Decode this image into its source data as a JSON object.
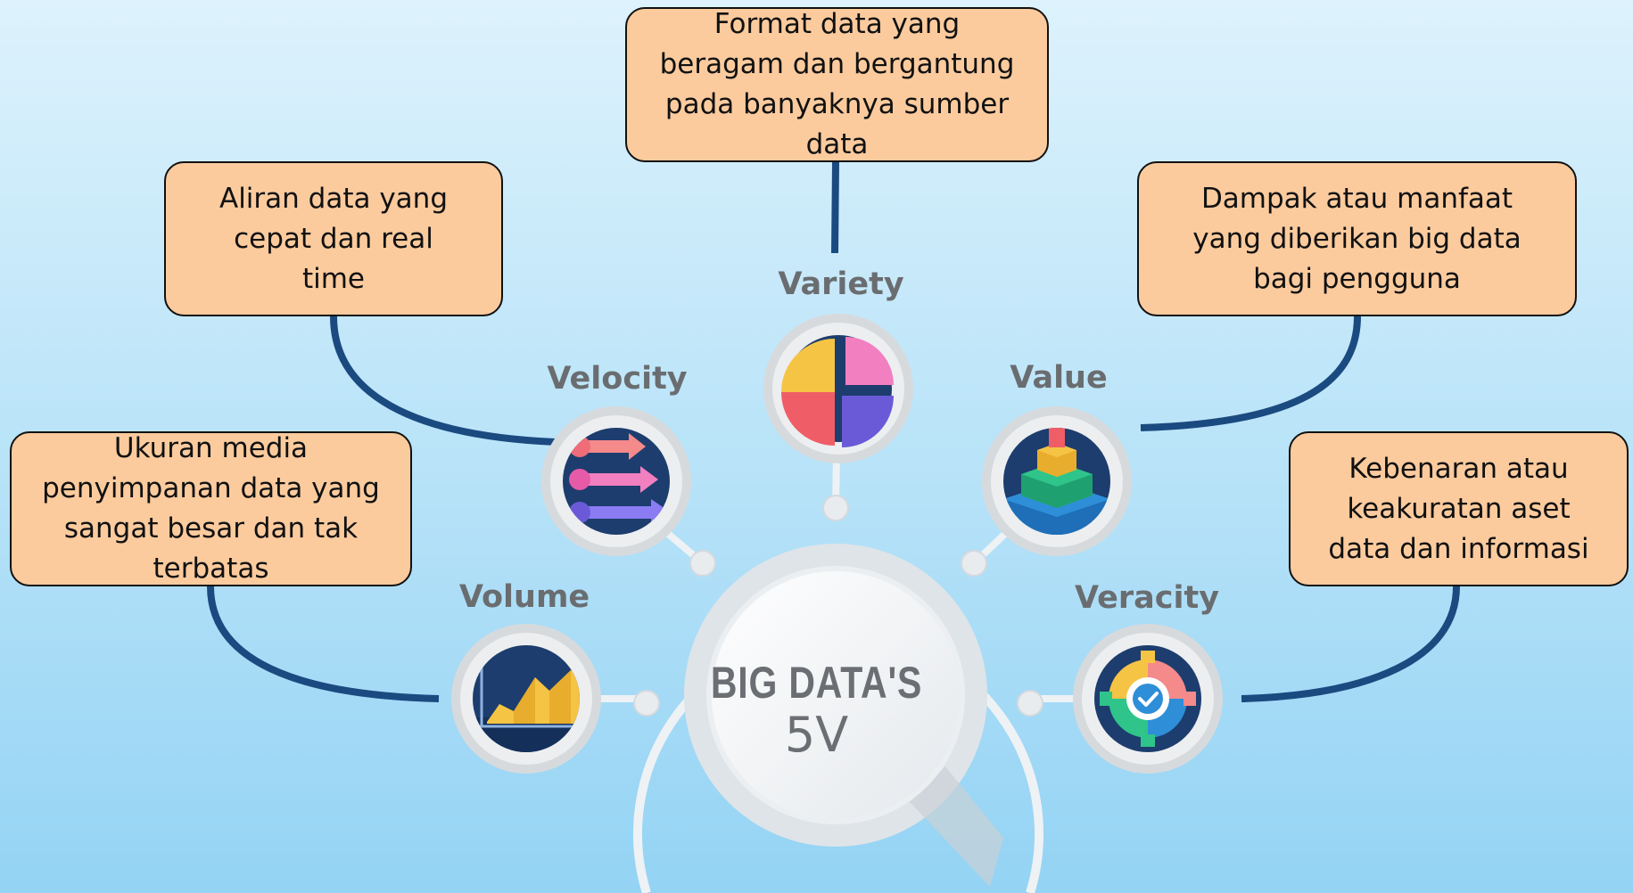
{
  "center": {
    "title": "BIG DATA'S",
    "subtitle": "5V"
  },
  "nodes": [
    {
      "key": "volume",
      "label": "Volume",
      "icon": "area-chart-icon"
    },
    {
      "key": "velocity",
      "label": "Velocity",
      "icon": "speed-arrows-icon"
    },
    {
      "key": "variety",
      "label": "Variety",
      "icon": "pie-chart-icon"
    },
    {
      "key": "value",
      "label": "Value",
      "icon": "pyramid-layers-icon"
    },
    {
      "key": "veracity",
      "label": "Veracity",
      "icon": "gear-check-icon"
    }
  ],
  "descriptions": {
    "volume": "Ukuran media penyimpanan data yang sangat besar dan tak terbatas",
    "velocity": "Aliran data yang cepat dan real time",
    "variety": "Format data yang beragam dan bergantung pada banyaknya sumber data",
    "value": "Dampak atau manfaat yang diberikan big data bagi pengguna",
    "veracity": "Kebenaran atau keakuratan aset data dan informasi"
  },
  "colors": {
    "box_fill": "#fbcb9e",
    "connector": "#1b4a80",
    "icon_bg": "#1d3d6e",
    "label": "#6a6d70",
    "ring": "#eef2f5"
  }
}
